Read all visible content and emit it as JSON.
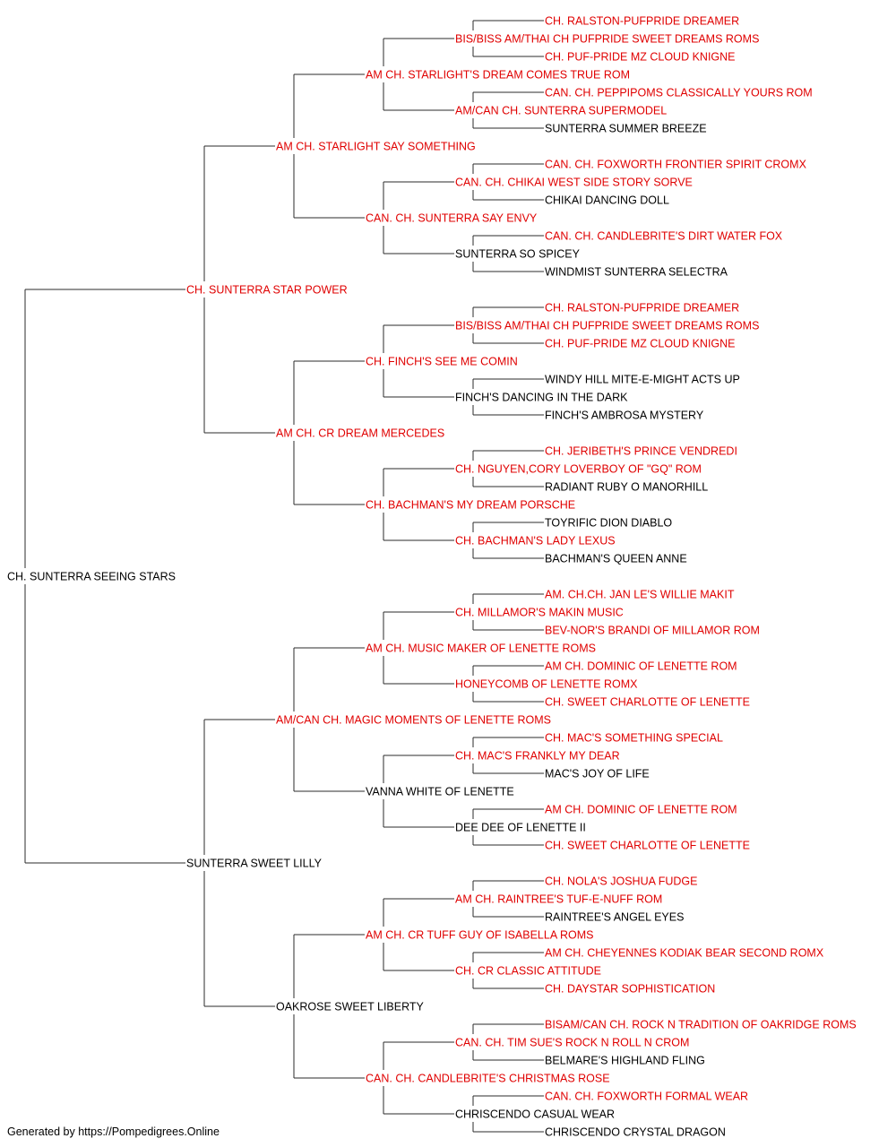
{
  "colors": {
    "champion": "#e00000",
    "regular": "#000000",
    "connector": "#2b2b2b"
  },
  "pedigree": {
    "name": "CH. SUNTERRA SEEING STARS",
    "champion": false,
    "sire": {
      "name": "CH. SUNTERRA STAR POWER",
      "champion": true,
      "sire": {
        "name": "AM CH. STARLIGHT SAY SOMETHING",
        "champion": true,
        "sire": {
          "name": "AM CH. STARLIGHT'S DREAM COMES TRUE ROM",
          "champion": true,
          "sire": {
            "name": "BIS/BISS AM/THAI CH PUFPRIDE SWEET DREAMS ROMS",
            "champion": true,
            "sire": {
              "name": "CH. RALSTON-PUFPRIDE DREAMER",
              "champion": true
            },
            "dam": {
              "name": "CH. PUF-PRIDE MZ CLOUD KNIGNE",
              "champion": true
            }
          },
          "dam": {
            "name": "AM/CAN CH. SUNTERRA SUPERMODEL",
            "champion": true,
            "sire": {
              "name": "CAN. CH. PEPPIPOMS CLASSICALLY YOURS ROM",
              "champion": true
            },
            "dam": {
              "name": "SUNTERRA SUMMER BREEZE",
              "champion": false
            }
          }
        },
        "dam": {
          "name": "CAN. CH. SUNTERRA SAY ENVY",
          "champion": true,
          "sire": {
            "name": "CAN. CH. CHIKAI WEST SIDE STORY SORVE",
            "champion": true,
            "sire": {
              "name": "CAN. CH. FOXWORTH FRONTIER SPIRIT CROMX",
              "champion": true
            },
            "dam": {
              "name": "CHIKAI DANCING DOLL",
              "champion": false
            }
          },
          "dam": {
            "name": "SUNTERRA SO SPICEY",
            "champion": false,
            "sire": {
              "name": "CAN. CH. CANDLEBRITE'S DIRT WATER FOX",
              "champion": true
            },
            "dam": {
              "name": "WINDMIST SUNTERRA SELECTRA",
              "champion": false
            }
          }
        }
      },
      "dam": {
        "name": "AM CH. CR DREAM MERCEDES",
        "champion": true,
        "sire": {
          "name": "CH. FINCH'S SEE ME COMIN",
          "champion": true,
          "sire": {
            "name": "BIS/BISS AM/THAI CH PUFPRIDE SWEET DREAMS ROMS",
            "champion": true,
            "sire": {
              "name": "CH. RALSTON-PUFPRIDE DREAMER",
              "champion": true
            },
            "dam": {
              "name": "CH. PUF-PRIDE MZ CLOUD KNIGNE",
              "champion": true
            }
          },
          "dam": {
            "name": "FINCH'S DANCING IN THE DARK",
            "champion": false,
            "sire": {
              "name": "WINDY HILL MITE-E-MIGHT ACTS UP",
              "champion": false
            },
            "dam": {
              "name": "FINCH'S AMBROSA MYSTERY",
              "champion": false
            }
          }
        },
        "dam": {
          "name": "CH. BACHMAN'S MY DREAM PORSCHE",
          "champion": true,
          "sire": {
            "name": "CH. NGUYEN,CORY LOVERBOY OF \"GQ\" ROM",
            "champion": true,
            "sire": {
              "name": "CH. JERIBETH'S PRINCE VENDREDI",
              "champion": true
            },
            "dam": {
              "name": "RADIANT RUBY O MANORHILL",
              "champion": false
            }
          },
          "dam": {
            "name": "CH. BACHMAN'S LADY LEXUS",
            "champion": true,
            "sire": {
              "name": "TOYRIFIC DION DIABLO",
              "champion": false
            },
            "dam": {
              "name": "BACHMAN'S QUEEN ANNE",
              "champion": false
            }
          }
        }
      }
    },
    "dam": {
      "name": "SUNTERRA SWEET LILLY",
      "champion": false,
      "sire": {
        "name": "AM/CAN CH. MAGIC MOMENTS OF LENETTE ROMS",
        "champion": true,
        "sire": {
          "name": "AM CH. MUSIC MAKER OF LENETTE ROMS",
          "champion": true,
          "sire": {
            "name": "CH. MILLAMOR'S MAKIN MUSIC",
            "champion": true,
            "sire": {
              "name": "AM. CH.CH. JAN LE'S WILLIE MAKIT",
              "champion": true
            },
            "dam": {
              "name": "BEV-NOR'S BRANDI OF MILLAMOR ROM",
              "champion": true
            }
          },
          "dam": {
            "name": "HONEYCOMB OF LENETTE ROMX",
            "champion": true,
            "sire": {
              "name": "AM CH. DOMINIC OF LENETTE ROM",
              "champion": true
            },
            "dam": {
              "name": "CH. SWEET CHARLOTTE OF LENETTE",
              "champion": true
            }
          }
        },
        "dam": {
          "name": "VANNA WHITE OF LENETTE",
          "champion": false,
          "sire": {
            "name": "CH. MAC'S FRANKLY MY DEAR",
            "champion": true,
            "sire": {
              "name": "CH. MAC'S SOMETHING SPECIAL",
              "champion": true
            },
            "dam": {
              "name": "MAC'S JOY OF LIFE",
              "champion": false
            }
          },
          "dam": {
            "name": "DEE DEE OF LENETTE II",
            "champion": false,
            "sire": {
              "name": "AM CH. DOMINIC OF LENETTE ROM",
              "champion": true
            },
            "dam": {
              "name": "CH. SWEET CHARLOTTE OF LENETTE",
              "champion": true
            }
          }
        }
      },
      "dam": {
        "name": "OAKROSE SWEET LIBERTY",
        "champion": false,
        "sire": {
          "name": "AM CH. CR TUFF GUY OF ISABELLA ROMS",
          "champion": true,
          "sire": {
            "name": "AM CH. RAINTREE'S TUF-E-NUFF ROM",
            "champion": true,
            "sire": {
              "name": "CH. NOLA'S JOSHUA FUDGE",
              "champion": true
            },
            "dam": {
              "name": "RAINTREE'S ANGEL EYES",
              "champion": false
            }
          },
          "dam": {
            "name": "CH. CR CLASSIC ATTITUDE",
            "champion": true,
            "sire": {
              "name": "AM CH. CHEYENNES KODIAK BEAR SECOND ROMX",
              "champion": true
            },
            "dam": {
              "name": "CH. DAYSTAR SOPHISTICATION",
              "champion": true
            }
          }
        },
        "dam": {
          "name": "CAN. CH. CANDLEBRITE'S CHRISTMAS ROSE",
          "champion": true,
          "sire": {
            "name": "CAN. CH. TIM SUE'S ROCK N ROLL N CROM",
            "champion": true,
            "sire": {
              "name": "BISAM/CAN CH. ROCK N TRADITION OF OAKRIDGE ROMS",
              "champion": true
            },
            "dam": {
              "name": "BELMARE'S HIGHLAND FLING",
              "champion": false
            }
          },
          "dam": {
            "name": "CHRISCENDO CASUAL WEAR",
            "champion": false,
            "sire": {
              "name": "CAN. CH. FOXWORTH FORMAL WEAR",
              "champion": true
            },
            "dam": {
              "name": "CHRISCENDO CRYSTAL DRAGON",
              "champion": false
            }
          }
        }
      }
    }
  },
  "footer": {
    "text": "Generated by https://Pompedigrees.Online"
  }
}
